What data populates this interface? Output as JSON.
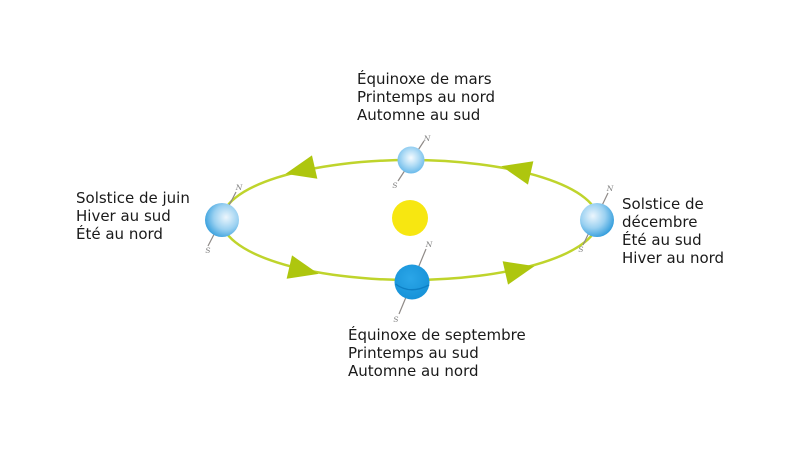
{
  "diagram": {
    "north_label": "N",
    "south_label": "S",
    "colors": {
      "background": "#ffffff",
      "orbit_line": "#bfd42c",
      "arrow": "#aec60e",
      "sun": "#f7e711",
      "earth_blue": "#1e9be4",
      "axis": "#8f8a87",
      "text": "#1a1a1a"
    },
    "labels": {
      "march_equinox": {
        "lines": [
          "Équinoxe de mars",
          "Printemps au nord",
          "Automne au sud"
        ]
      },
      "june_solstice": {
        "lines": [
          "Solstice de juin",
          "Hiver au sud",
          "Été au nord"
        ]
      },
      "december_solstice": {
        "lines": [
          "Solstice de",
          "décembre",
          "Été au sud",
          "Hiver au nord"
        ]
      },
      "september_equinox": {
        "lines": [
          "Équinoxe de septembre",
          "Printemps au sud",
          "Automne au nord"
        ]
      }
    }
  }
}
